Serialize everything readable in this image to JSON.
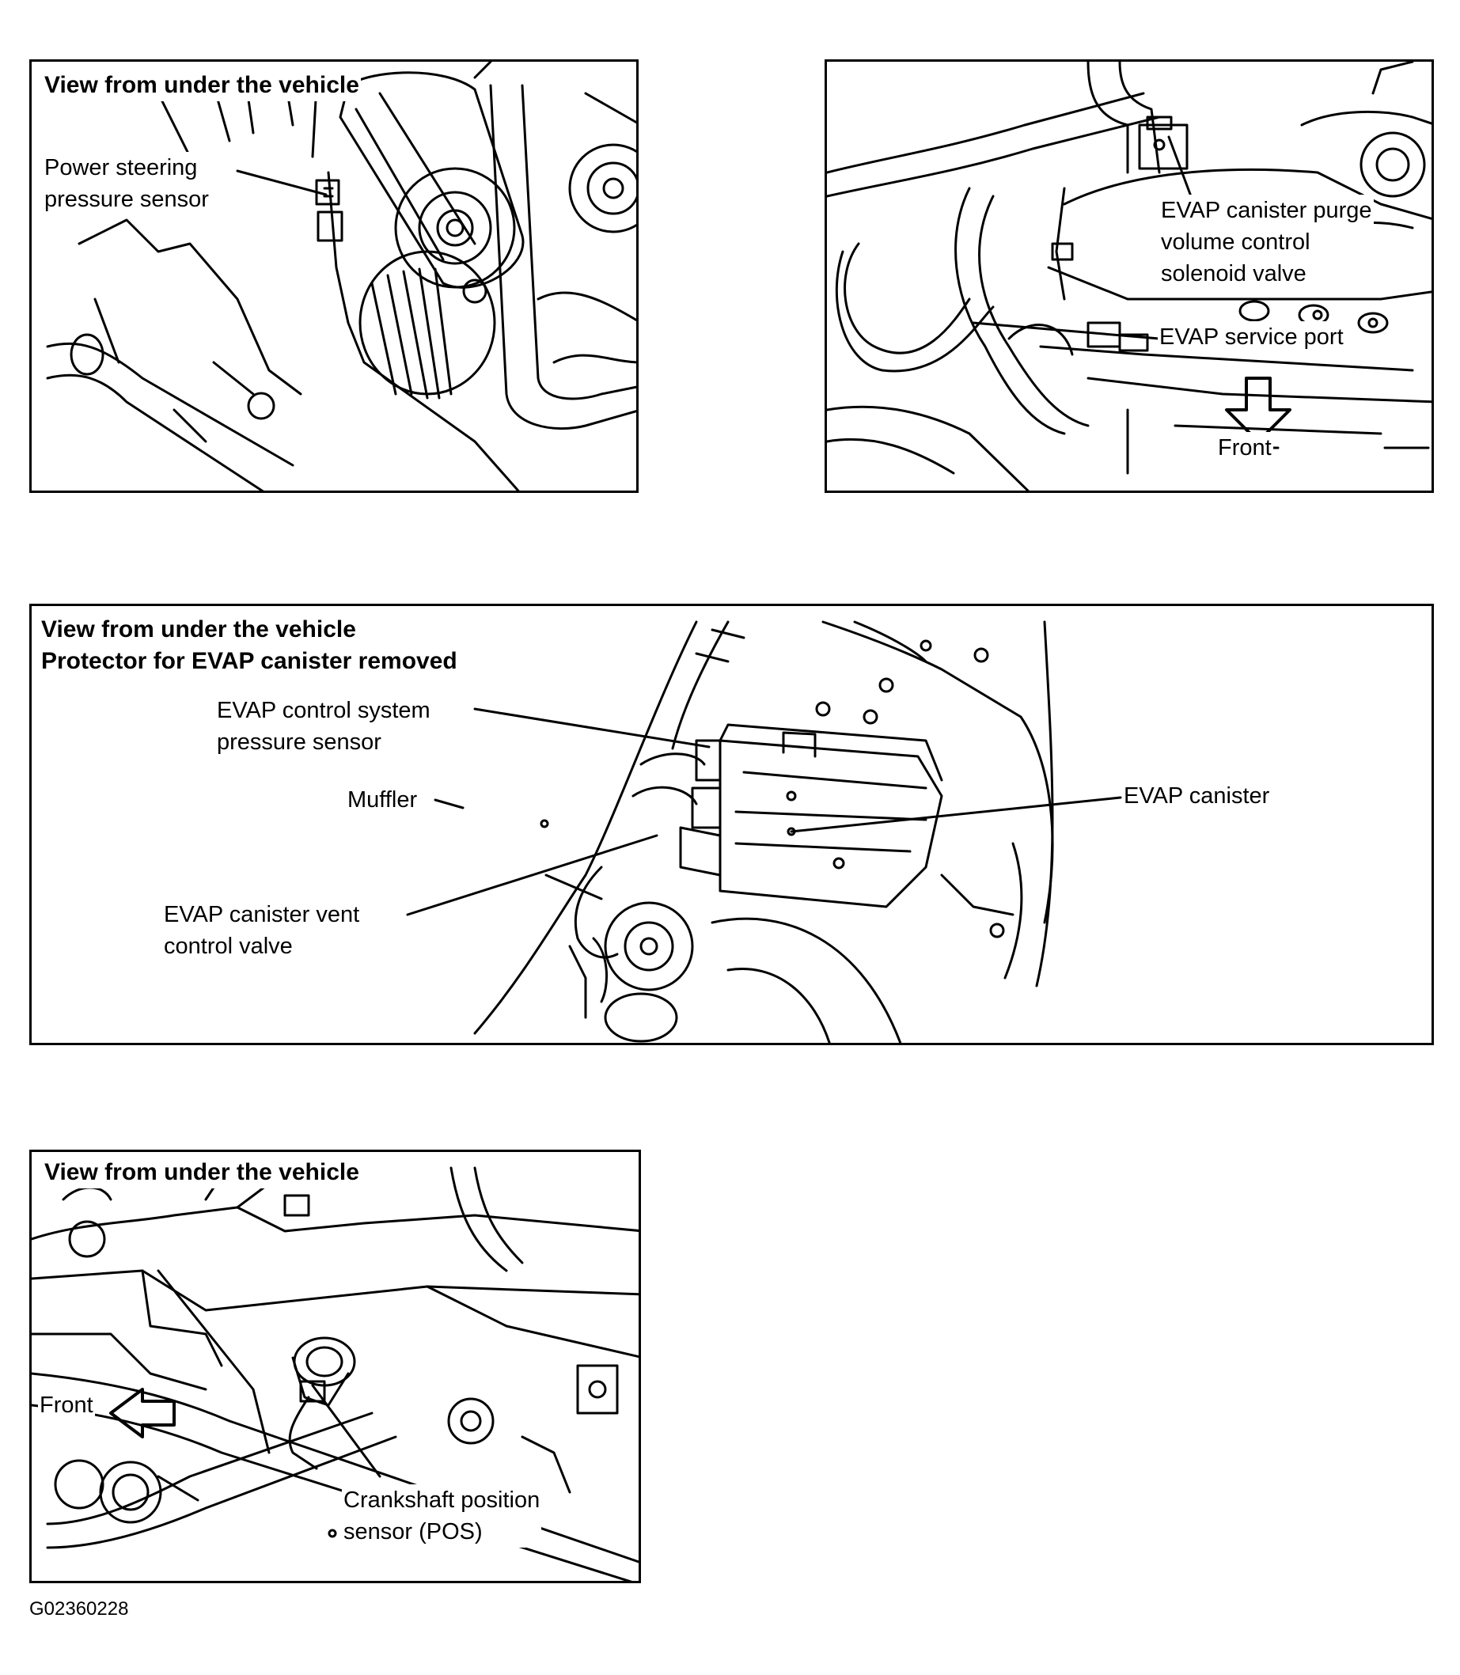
{
  "panel_power_steering": {
    "heading": "View from under the vehicle",
    "label_line1": "Power steering",
    "label_line2": "pressure sensor"
  },
  "panel_evap_purge": {
    "label_purge_line1": "EVAP canister purge",
    "label_purge_line2": "volume control",
    "label_purge_line3": "solenoid valve",
    "label_service_port": "EVAP service port",
    "label_front": "Front"
  },
  "panel_evap_canister": {
    "heading_line1": "View from under the vehicle",
    "heading_line2": "Protector for EVAP canister removed",
    "label_pressure_line1": "EVAP control system",
    "label_pressure_line2": "pressure sensor",
    "label_muffler": "Muffler",
    "label_canister": "EVAP canister",
    "label_vent_line1": "EVAP canister vent",
    "label_vent_line2": "control valve"
  },
  "panel_crankshaft": {
    "heading": "View from under the vehicle",
    "label_front": "Front",
    "label_pos_line1": "Crankshaft position",
    "label_pos_line2": "sensor (POS)"
  },
  "figure_code": "G02360228",
  "colors": {
    "line": "#000000",
    "background": "#ffffff"
  },
  "icons": [
    "front-arrow-down-icon",
    "front-arrow-left-icon"
  ]
}
